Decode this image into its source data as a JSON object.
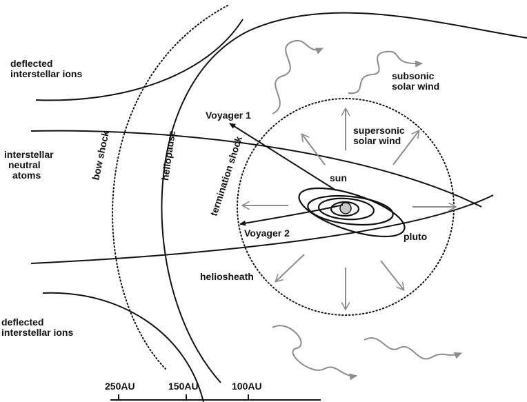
{
  "labels": {
    "deflected_top": [
      "deflected",
      "interstellar ions"
    ],
    "deflected_bottom": [
      "deflected",
      "interstellar ions"
    ],
    "neutral_atoms": [
      "interstellar",
      "neutral",
      "atoms"
    ],
    "bow_shock": "bow shock",
    "heliopause": "heliopause",
    "termination_shock": "termination shock",
    "voyager1": "Voyager 1",
    "voyager2": "Voyager 2",
    "sun": "sun",
    "pluto": "pluto",
    "heliosheath": "heliosheath",
    "subsonic": [
      "subsonic",
      "solar wind"
    ],
    "supersonic": [
      "supersonic",
      "solar wind"
    ]
  },
  "scale": {
    "ticks": [
      "250AU",
      "150AU",
      "100AU"
    ]
  },
  "colors": {
    "ink": "#111111",
    "wind_arrows": "#8c8c8c",
    "sun_fill": "#c8c8c8"
  }
}
